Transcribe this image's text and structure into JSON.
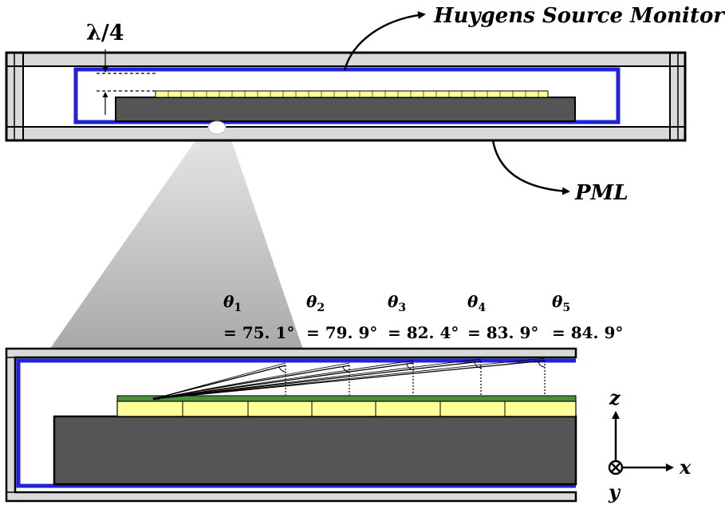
{
  "labels": {
    "huygens_monitor": "Huygens Source Monitor",
    "pml": "PML",
    "quarter_wavelength": "λ/4"
  },
  "angles": [
    {
      "symbol": "θ",
      "index": "1",
      "value": "= 75. 1°"
    },
    {
      "symbol": "θ",
      "index": "2",
      "value": "= 79. 9°"
    },
    {
      "symbol": "θ",
      "index": "3",
      "value": "= 82. 4°"
    },
    {
      "symbol": "θ",
      "index": "4",
      "value": "= 83. 9°"
    },
    {
      "symbol": "θ",
      "index": "5",
      "value": "= 84. 9°"
    }
  ],
  "axes": {
    "z": "z",
    "x": "x",
    "y": "y"
  },
  "colors": {
    "pml_fill": "#d9d9d9",
    "monitor_blue": "#2222dd",
    "substrate_dark": "#555555",
    "unit_cell_yellow": "#ffff99",
    "top_layer_green": "#4a8f3c",
    "zoom_cone": "#a8a8a8"
  }
}
